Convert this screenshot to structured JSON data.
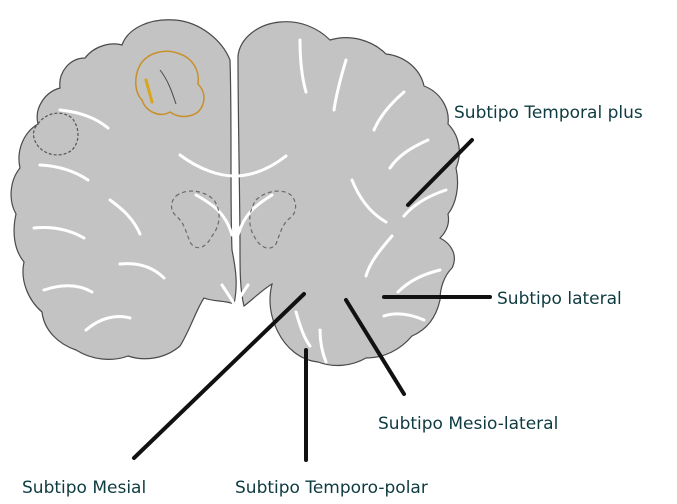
{
  "labels": {
    "temporal_plus": "Subtipo Temporal plus",
    "lateral": "Subtipo lateral",
    "mesio_lateral": "Subtipo Mesio-lateral",
    "mesial": "Subtipo Mesial",
    "temporo_polar": "Subtipo Temporo-polar"
  },
  "colors": {
    "brain_fill": "#c3c3c3",
    "outline": "#4a4a4a",
    "sulcus": "#ffffff",
    "pointer": "#111111",
    "label_text": "#0e3b40",
    "lesion_outline": "#c8902a",
    "lesion_mark": "#d8a51c"
  }
}
